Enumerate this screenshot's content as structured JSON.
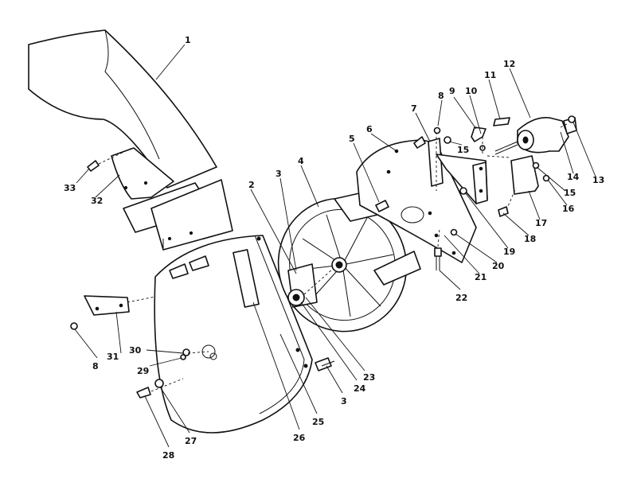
{
  "callouts": [
    "1",
    "2",
    "3",
    "4",
    "5",
    "6",
    "7",
    "8",
    "9",
    "10",
    "11",
    "12",
    "13",
    "14",
    "15",
    "15",
    "16",
    "17",
    "18",
    "19",
    "20",
    "21",
    "22",
    "23",
    "24",
    "3",
    "25",
    "26",
    "27",
    "28",
    "29",
    "30",
    "8",
    "31",
    "32",
    "33"
  ]
}
